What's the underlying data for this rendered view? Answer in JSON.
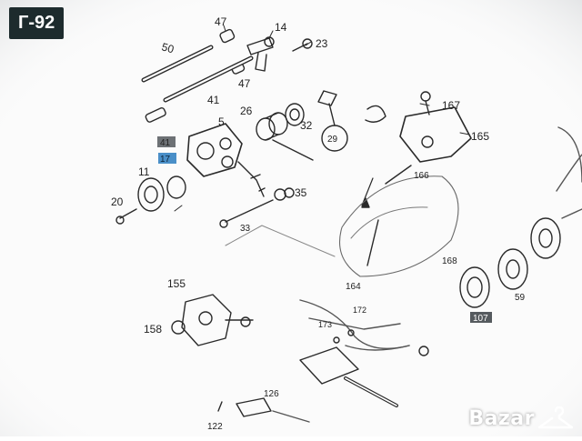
{
  "listing_tag": "Г-92",
  "watermark": {
    "text": "Bazar",
    "icon": "hanger-icon"
  },
  "colors": {
    "tag_bg": "#1d2b2d",
    "highlight_blue": "#4a8fc8",
    "highlight_gray": "#6d7175",
    "line": "#2a2a2a"
  },
  "part_numbers": {
    "p47a": "47",
    "p14": "14",
    "p50": "50",
    "p23": "23",
    "p47b": "47",
    "p41": "41",
    "p26": "26",
    "p5": "5",
    "p32": "32",
    "p167": "167",
    "p165": "165",
    "p41b": "41",
    "p17": "17",
    "p11": "11",
    "p29": "29",
    "p166": "166",
    "p20": "20",
    "p35": "35",
    "p33": "33",
    "p168": "168",
    "p155": "155",
    "p164": "164",
    "p172": "172",
    "p59": "59",
    "p158": "158",
    "p173": "173",
    "p107": "107",
    "p126": "126",
    "p122": "122"
  }
}
